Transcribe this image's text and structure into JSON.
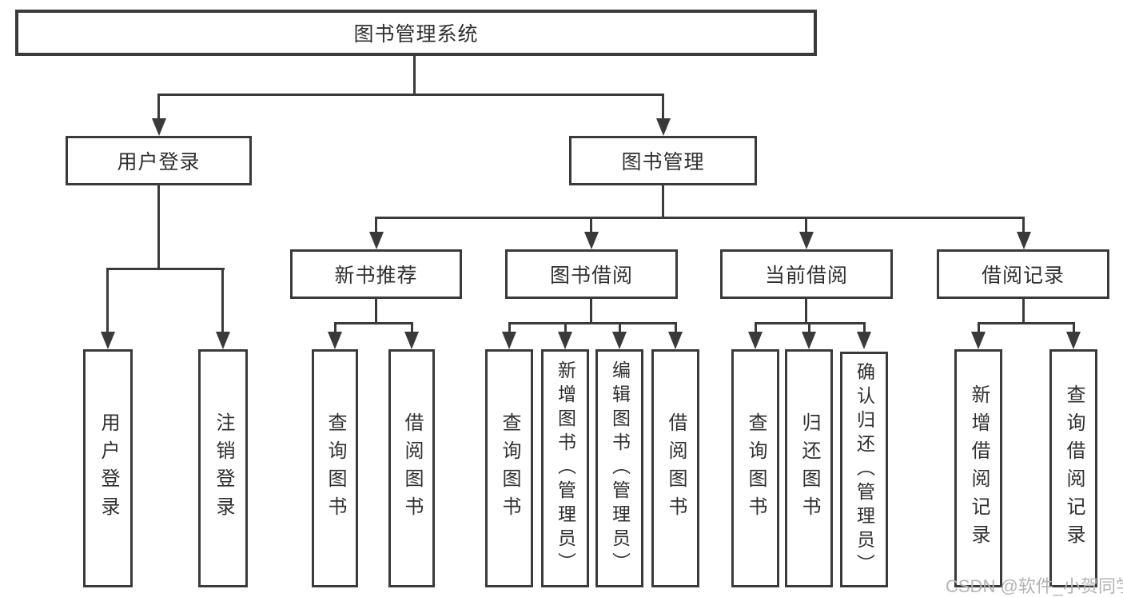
{
  "diagram": {
    "root": "图书管理系统",
    "branches": [
      {
        "label": "用户登录",
        "children": [
          "用户登录",
          "注销登录"
        ]
      },
      {
        "label": "图书管理",
        "groups": [
          {
            "label": "新书推荐",
            "children": [
              "查询图书",
              "借阅图书"
            ]
          },
          {
            "label": "图书借阅",
            "children": [
              "查询图书",
              "新增图书（管理员）",
              "编辑图书（管理员）",
              "借阅图书"
            ]
          },
          {
            "label": "当前借阅",
            "children": [
              "查询图书",
              "归还图书",
              "确认归还（管理员）"
            ]
          },
          {
            "label": "借阅记录",
            "children": [
              "新增借阅记录",
              "查询借阅记录"
            ]
          }
        ]
      }
    ]
  },
  "watermark": {
    "text": "CSDN @软件_小贺同学"
  },
  "colors": {
    "line": "#3a3a3a",
    "text": "#2f2f2f",
    "wm": "#b4b4b4",
    "bg": "#ffffff"
  }
}
